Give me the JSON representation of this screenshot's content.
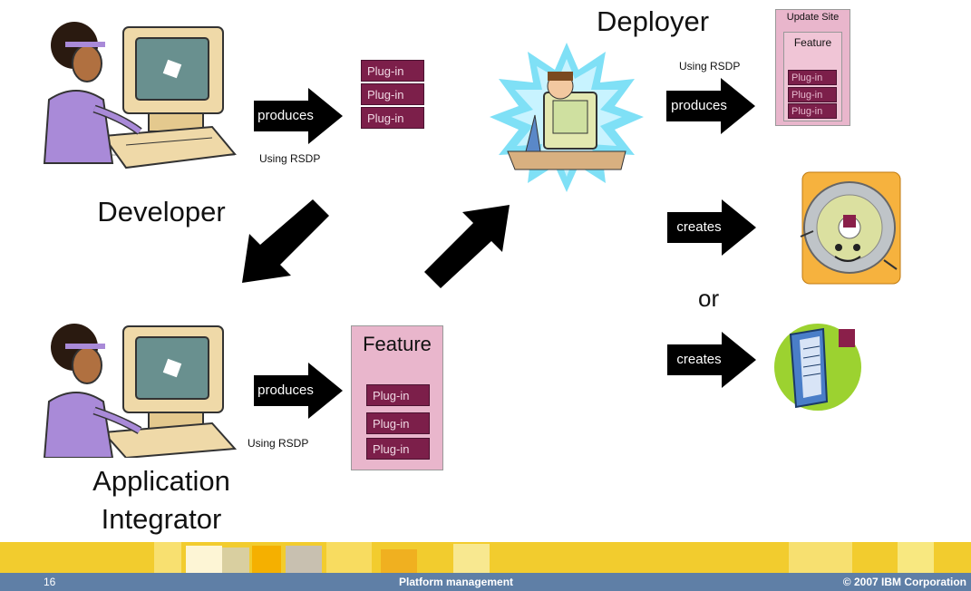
{
  "labels": {
    "developer": "Developer",
    "app_integrator_line1": "Application",
    "app_integrator_line2": "Integrator",
    "deployer": "Deployer",
    "or": "or"
  },
  "arrows": {
    "produces": "produces",
    "creates": "creates",
    "using_rsdp": "Using RSDP"
  },
  "boxes": {
    "plugin": "Plug-in",
    "feature": "Feature",
    "update_site": "Update Site"
  },
  "footer": {
    "page_number": "16",
    "center_text": "Platform management",
    "copyright": "© 2007 IBM Corporation"
  },
  "colors": {
    "plugin_fill": "#7c1f4a",
    "feature_fill": "#e9b6cc",
    "footer_yellow": "#f2cc2e",
    "footer_blue": "#5f7fa6"
  }
}
